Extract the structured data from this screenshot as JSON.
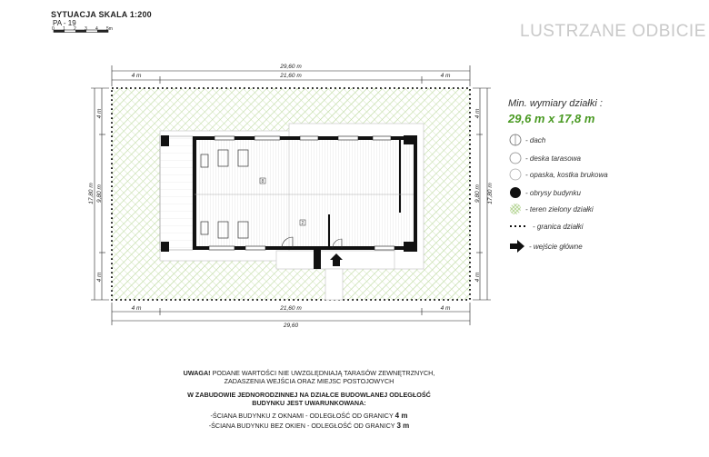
{
  "header": {
    "title": "SYTUACJA SKALA 1:200",
    "code": "PA - 19",
    "scale_ticks": [
      "0",
      "1",
      "2",
      "3",
      "4",
      "5m"
    ]
  },
  "mirror_label": "LUSTRZANE ODBICIE",
  "plot": {
    "min_label": "Min. wymiary działki :",
    "min_value": "29,6 m x 17,8 m",
    "dims": {
      "top_total": "29,60 m",
      "top_inner": "21,60 m",
      "top_left": "4 m",
      "top_right": "4 m",
      "bottom_total": "29,60",
      "bottom_inner": "21,60 m",
      "bottom_left": "4 m",
      "bottom_right": "4 m",
      "left_total": "17,80 m",
      "left_top": "4 m",
      "left_mid": "9,80 m",
      "left_bottom": "4 m",
      "right_total": "17,80 m",
      "right_top": "4 m",
      "right_mid": "9,80 m",
      "right_bottom": "4 m"
    },
    "room_labels": [
      "8",
      "2"
    ]
  },
  "legend": [
    {
      "key": "dach",
      "label": "- dach",
      "icon": "half-circle-icon"
    },
    {
      "key": "deska",
      "label": "- deska tarasowa",
      "icon": "circle-icon"
    },
    {
      "key": "opaska",
      "label": "- opaska, kostka brukowa",
      "icon": "circle-icon"
    },
    {
      "key": "obrysy",
      "label": "- obrysy budynku",
      "icon": "filled-circle-icon"
    },
    {
      "key": "teren",
      "label": "- teren zielony działki",
      "icon": "green-hatch-icon"
    },
    {
      "key": "granica",
      "label": "- granica działki",
      "icon": "dotted-line-icon"
    },
    {
      "key": "wejscie",
      "label": "- wejście główne",
      "icon": "arrow-right-icon"
    }
  ],
  "colors": {
    "green_text": "#4a9a23",
    "hatch": "#b9d79a",
    "wall": "#111111"
  },
  "note": {
    "line1_bold": "UWAGA!",
    "line1_rest": " PODANE WARTOŚCI NIE UWZGLĘDNIAJĄ TARASÓW ZEWNĘTRZNYCH,",
    "line2": "ZADASZENIA WEJŚCIA ORAZ MIEJSC POSTOJOWYCH",
    "line3": "W ZABUDOWIE JEDNORODZINNEJ NA DZIAŁCE BUDOWLANEJ ODLEGŁOŚĆ",
    "line4": "BUDYNKU JEST UWARUNKOWANA:",
    "line5_text": "-ŚCIANA BUDYNKU Z OKNAMI - ODLEGŁOŚĆ OD GRANICY ",
    "line5_value": "4 m",
    "line6_text": "-ŚCIANA BUDYNKU BEZ OKIEN - ODLEGŁOŚĆ OD GRANICY ",
    "line6_value": "3 m"
  }
}
